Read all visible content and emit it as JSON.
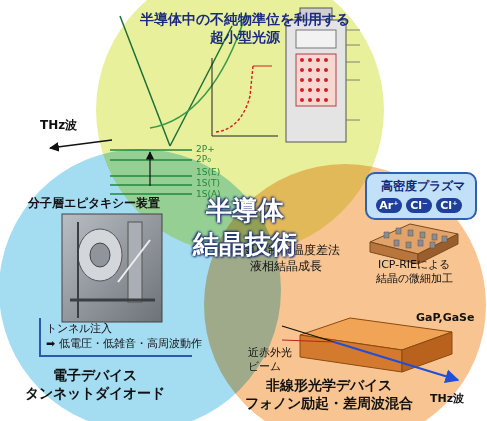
{
  "diagram": {
    "nodes": [
      {
        "text": [
          "半導体中の不純物準位を利用する 超小型光源",
          "蒸気圧制御温度差法 液相結晶成長"
        ]
      },
      {
        "text": [
          "分子層エピタキシー装置",
          "トンネル注入",
          "➡ 低電圧・低雑音・高周波動作",
          "電子デバイス タンネットダイオード"
        ]
      },
      {
        "text": [
          "ICP-RIEによる 結晶の微細加工",
          "非線形光学デバイス フォノン励起・差周波混合"
        ]
      },
      {
        "text": [
          "高密度プラズマ"
        ],
        "in": 2
      }
    ],
    "labels": [
      "THz波",
      "2P+",
      "2P₀",
      "1S(E)",
      "1S(T)",
      "1S(A)",
      "半導体 結晶技術",
      "Ar⁺",
      "Cl⁻",
      "Cl⁺",
      "GaP,GaSe",
      "近赤外光 ビーム",
      "THz波"
    ]
  }
}
